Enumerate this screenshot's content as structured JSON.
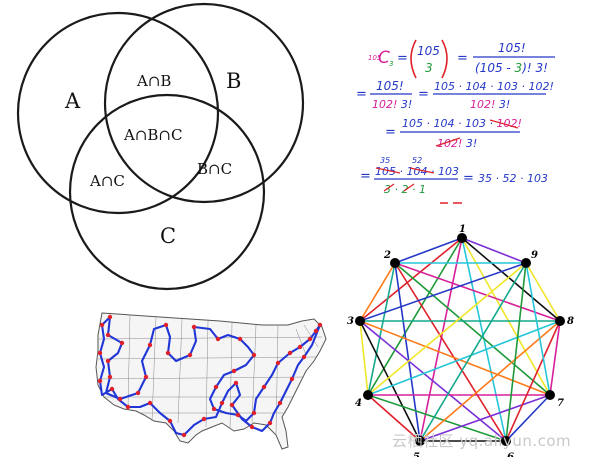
{
  "venn": {
    "labels": {
      "a": "A",
      "b": "B",
      "c": "C",
      "ab": "A∩B",
      "abc": "A∩B∩C",
      "ac": "A∩C",
      "bc": "B∩C"
    },
    "stroke_color": "#1a1a1a"
  },
  "math": {
    "row1": {
      "lhs_pre": "105",
      "lhs_c": "C",
      "lhs_sub": "3",
      "eq": "=",
      "binom_top": "105",
      "binom_bottom": "3",
      "frac_num": "105!",
      "frac_den_a": "(105 - ",
      "frac_den_b": "3",
      "frac_den_c": ")! 3!"
    },
    "row2": {
      "eq": "=",
      "f1_num": "105!",
      "f1_den_a": "102!",
      "f1_den_b": " 3!",
      "eq2": "=",
      "f2_num": "105 · 104 · 103 · 102!",
      "f2_den_a": "102!",
      "f2_den_b": " 3!"
    },
    "row3": {
      "eq": "=",
      "num_a": "105 · 104 · 103 · ",
      "num_b": "102!",
      "den_a": "102!",
      "den_b": " 3!"
    },
    "row4": {
      "eq": "=",
      "over_a": "35",
      "over_b": "52",
      "num_a": "105",
      "num_b": " · ",
      "num_c": "104",
      "num_d": " · 103",
      "den": "3 · 2 · 1",
      "eq2": "=",
      "result": "35 · 52 · 103"
    },
    "colors": {
      "blue": "#2438c8",
      "red": "#e0202a",
      "green": "#1f9a3a",
      "magenta": "#d6209a"
    }
  },
  "graph": {
    "vertex_labels": [
      "1",
      "2",
      "3",
      "4",
      "5",
      "6",
      "7",
      "8",
      "9"
    ]
  },
  "usmap": {
    "route_color": "#2136d6",
    "city_color": "#e0202a"
  },
  "watermark": "云栖社区 yq.aliyun.com"
}
